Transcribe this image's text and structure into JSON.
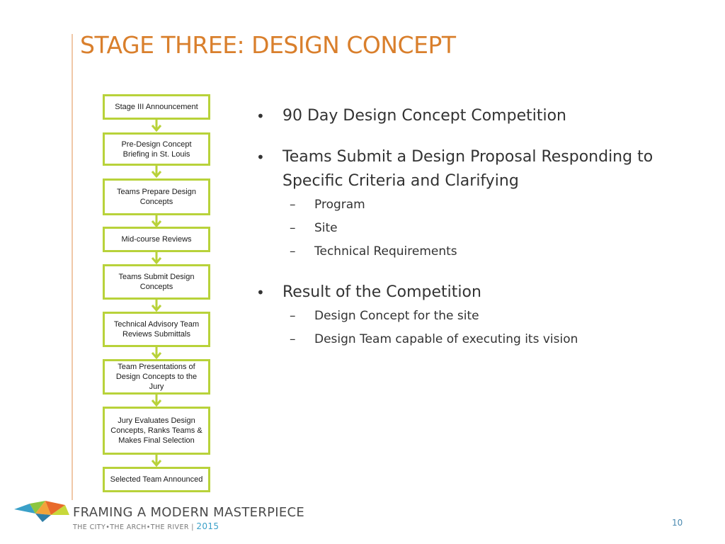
{
  "slide": {
    "title": "STAGE THREE: DESIGN CONCEPT",
    "page_number": "10",
    "accent_color": "#d97f2c",
    "flow_color": "#b8d23a"
  },
  "flowchart": {
    "steps": [
      "Stage III Announcement",
      "Pre-Design Concept Briefing in St. Louis",
      "Teams Prepare Design Concepts",
      "Mid-course Reviews",
      "Teams Submit Design Concepts",
      "Technical Advisory Team Reviews Submittals",
      "Team Presentations of Design Concepts to the Jury",
      "Jury Evaluates Design Concepts, Ranks Teams & Makes Final Selection",
      "Selected Team Announced"
    ]
  },
  "bullets": [
    {
      "text": "90 Day Design Concept Competition",
      "sub": []
    },
    {
      "text": "Teams Submit a Design Proposal Responding to Specific Criteria and Clarifying",
      "sub": [
        "Program",
        "Site",
        "Technical Requirements"
      ]
    },
    {
      "text": "Result of the Competition",
      "sub": [
        "Design Concept for the site",
        "Design Team capable of executing its vision"
      ]
    }
  ],
  "brand": {
    "name": "FRAMING A MODERN MASTERPIECE",
    "tagline": "THE CITY•THE ARCH•THE RIVER",
    "year": "2015",
    "logo_icon": "arch-bird-logo-icon"
  }
}
